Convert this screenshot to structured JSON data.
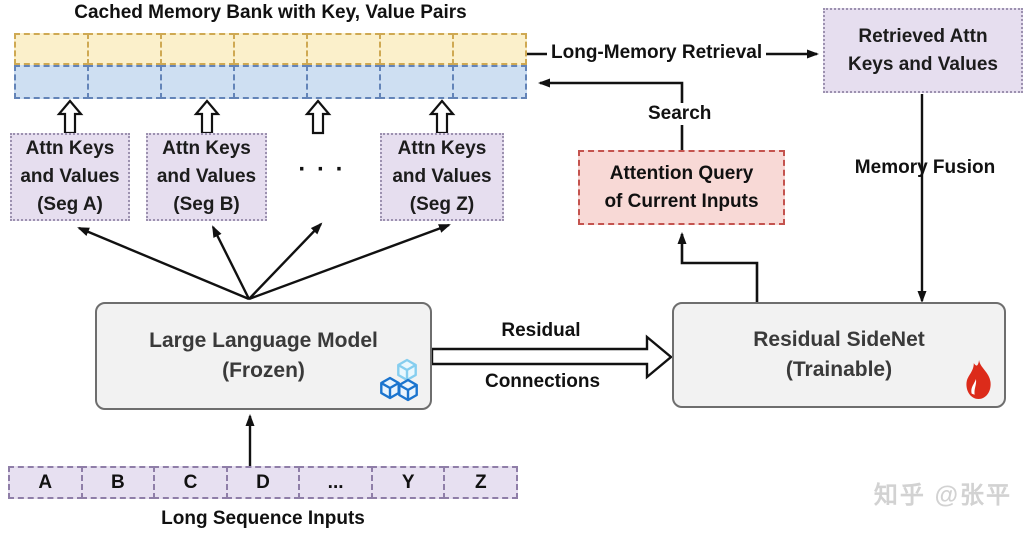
{
  "title": "Cached Memory Bank with Key, Value Pairs",
  "memory_bank": {
    "key_row_cells": 7,
    "value_row_cells": 7,
    "key_fill": "#FBF0CB",
    "key_border": "#CFA953",
    "value_fill": "#CEDFF2",
    "value_border": "#6384B8"
  },
  "segment_boxes": [
    {
      "line1": "Attn Keys",
      "line2": "and Values",
      "line3": "(Seg A)"
    },
    {
      "line1": "Attn Keys",
      "line2": "and Values",
      "line3": "(Seg B)"
    },
    {
      "line1": "Attn Keys",
      "line2": "and Values",
      "line3": "(Seg Z)"
    }
  ],
  "ellipsis": "· · ·",
  "retrieved_box": {
    "line1": "Retrieved Attn",
    "line2": "Keys and Values"
  },
  "attention_query_box": {
    "line1": "Attention Query",
    "line2": "of Current Inputs"
  },
  "llm_box": {
    "line1": "Large Language Model",
    "line2": "(Frozen)",
    "icon": "ice-cubes-icon"
  },
  "sidenet_box": {
    "line1": "Residual SideNet",
    "line2": "(Trainable)",
    "icon": "flame-icon"
  },
  "labels": {
    "long_memory_retrieval": "Long-Memory Retrieval",
    "search": "Search",
    "memory_fusion": "Memory Fusion",
    "residual_top": "Residual",
    "residual_bottom": "Connections",
    "long_sequence_inputs": "Long Sequence Inputs"
  },
  "sequence_inputs": {
    "tokens": [
      "A",
      "B",
      "C",
      "D",
      "...",
      "Y",
      "Z"
    ]
  },
  "watermark": "知乎 @张平",
  "colors": {
    "segment_fill": "#E6DEEF",
    "segment_border": "#9C91AF",
    "query_fill": "#F8D9D6",
    "query_border": "#C4534E",
    "model_fill": "#F2F2F2",
    "model_border": "#6E6E6E",
    "sequence_fill": "#E7E0F1",
    "sequence_border": "#8F7EA8",
    "flame_red": "#DC2B1A",
    "ice_blue": "#1B74CE",
    "arrow_black": "#111111"
  }
}
